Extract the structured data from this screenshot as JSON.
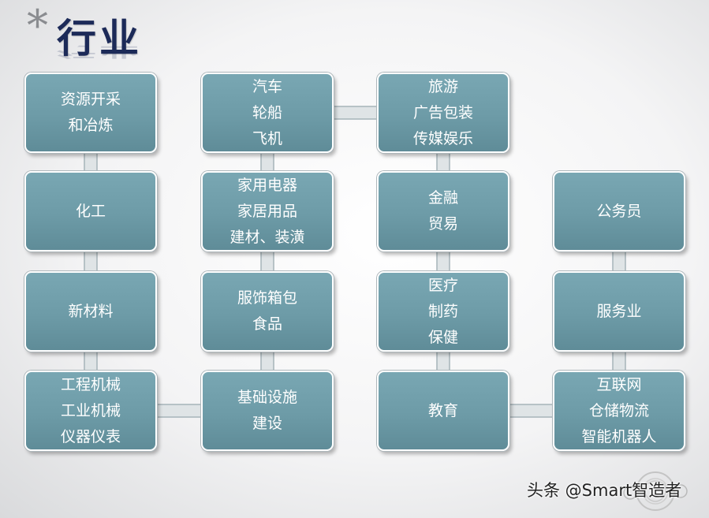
{
  "title": {
    "star": "*",
    "text": "行业"
  },
  "colors": {
    "node_fill": "#6d9ba7",
    "node_border": "#ffffff",
    "title": "#1c2a58",
    "connector": "#a6b4b9"
  },
  "nodes": [
    {
      "id": "n1",
      "lines": [
        "资源开采",
        "和冶炼"
      ]
    },
    {
      "id": "n2",
      "lines": [
        "化工"
      ]
    },
    {
      "id": "n3",
      "lines": [
        "新材料"
      ]
    },
    {
      "id": "n4",
      "lines": [
        "工程机械",
        "工业机械",
        "仪器仪表"
      ]
    },
    {
      "id": "n5",
      "lines": [
        "汽车",
        "轮船",
        "飞机"
      ]
    },
    {
      "id": "n6",
      "lines": [
        "家用电器",
        "家居用品",
        "建材、装潢"
      ]
    },
    {
      "id": "n7",
      "lines": [
        "服饰箱包",
        "食品"
      ]
    },
    {
      "id": "n8",
      "lines": [
        "基础设施",
        "建设"
      ]
    },
    {
      "id": "n9",
      "lines": [
        "旅游",
        "广告包装",
        "传媒娱乐"
      ]
    },
    {
      "id": "n10",
      "lines": [
        "金融",
        "贸易"
      ]
    },
    {
      "id": "n11",
      "lines": [
        "医疗",
        "制药",
        "保健"
      ]
    },
    {
      "id": "n12",
      "lines": [
        "教育"
      ]
    },
    {
      "id": "n13",
      "lines": [
        "公务员"
      ]
    },
    {
      "id": "n14",
      "lines": [
        "服务业"
      ]
    },
    {
      "id": "n15",
      "lines": [
        "互联网",
        "仓储物流",
        "智能机器人"
      ]
    }
  ],
  "edges": [
    [
      "n1",
      "n2"
    ],
    [
      "n2",
      "n3"
    ],
    [
      "n3",
      "n4"
    ],
    [
      "n4",
      "n8"
    ],
    [
      "n8",
      "n7"
    ],
    [
      "n7",
      "n6"
    ],
    [
      "n6",
      "n5"
    ],
    [
      "n5",
      "n9"
    ],
    [
      "n9",
      "n10"
    ],
    [
      "n10",
      "n11"
    ],
    [
      "n11",
      "n12"
    ],
    [
      "n12",
      "n15"
    ],
    [
      "n15",
      "n14"
    ],
    [
      "n14",
      "n13"
    ]
  ],
  "watermark": {
    "text": "头条 @Smart智造者"
  }
}
